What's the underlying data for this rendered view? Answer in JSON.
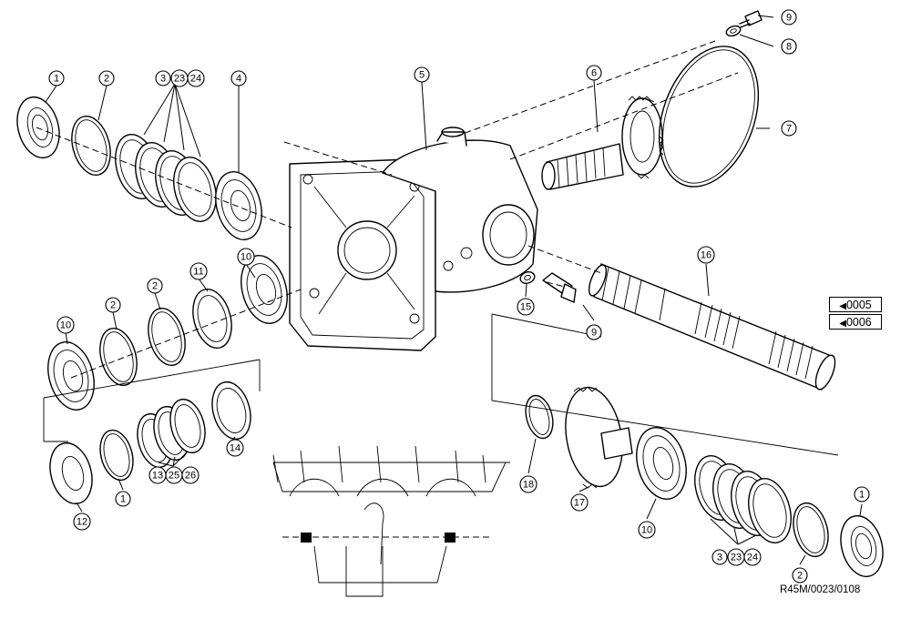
{
  "references": [
    {
      "text": "0005"
    },
    {
      "text": "0006"
    }
  ],
  "drawing_code": "R45M/0023/0108",
  "callouts": [
    "1",
    "2",
    "3",
    "23",
    "24",
    "4",
    "5",
    "6",
    "7",
    "8",
    "9",
    "10",
    "11",
    "2",
    "2",
    "10",
    "12",
    "1",
    "13",
    "25",
    "26",
    "14",
    "15",
    "9",
    "16",
    "18",
    "17",
    "10",
    "3",
    "23",
    "24",
    "2",
    "1",
    "9",
    "8"
  ]
}
